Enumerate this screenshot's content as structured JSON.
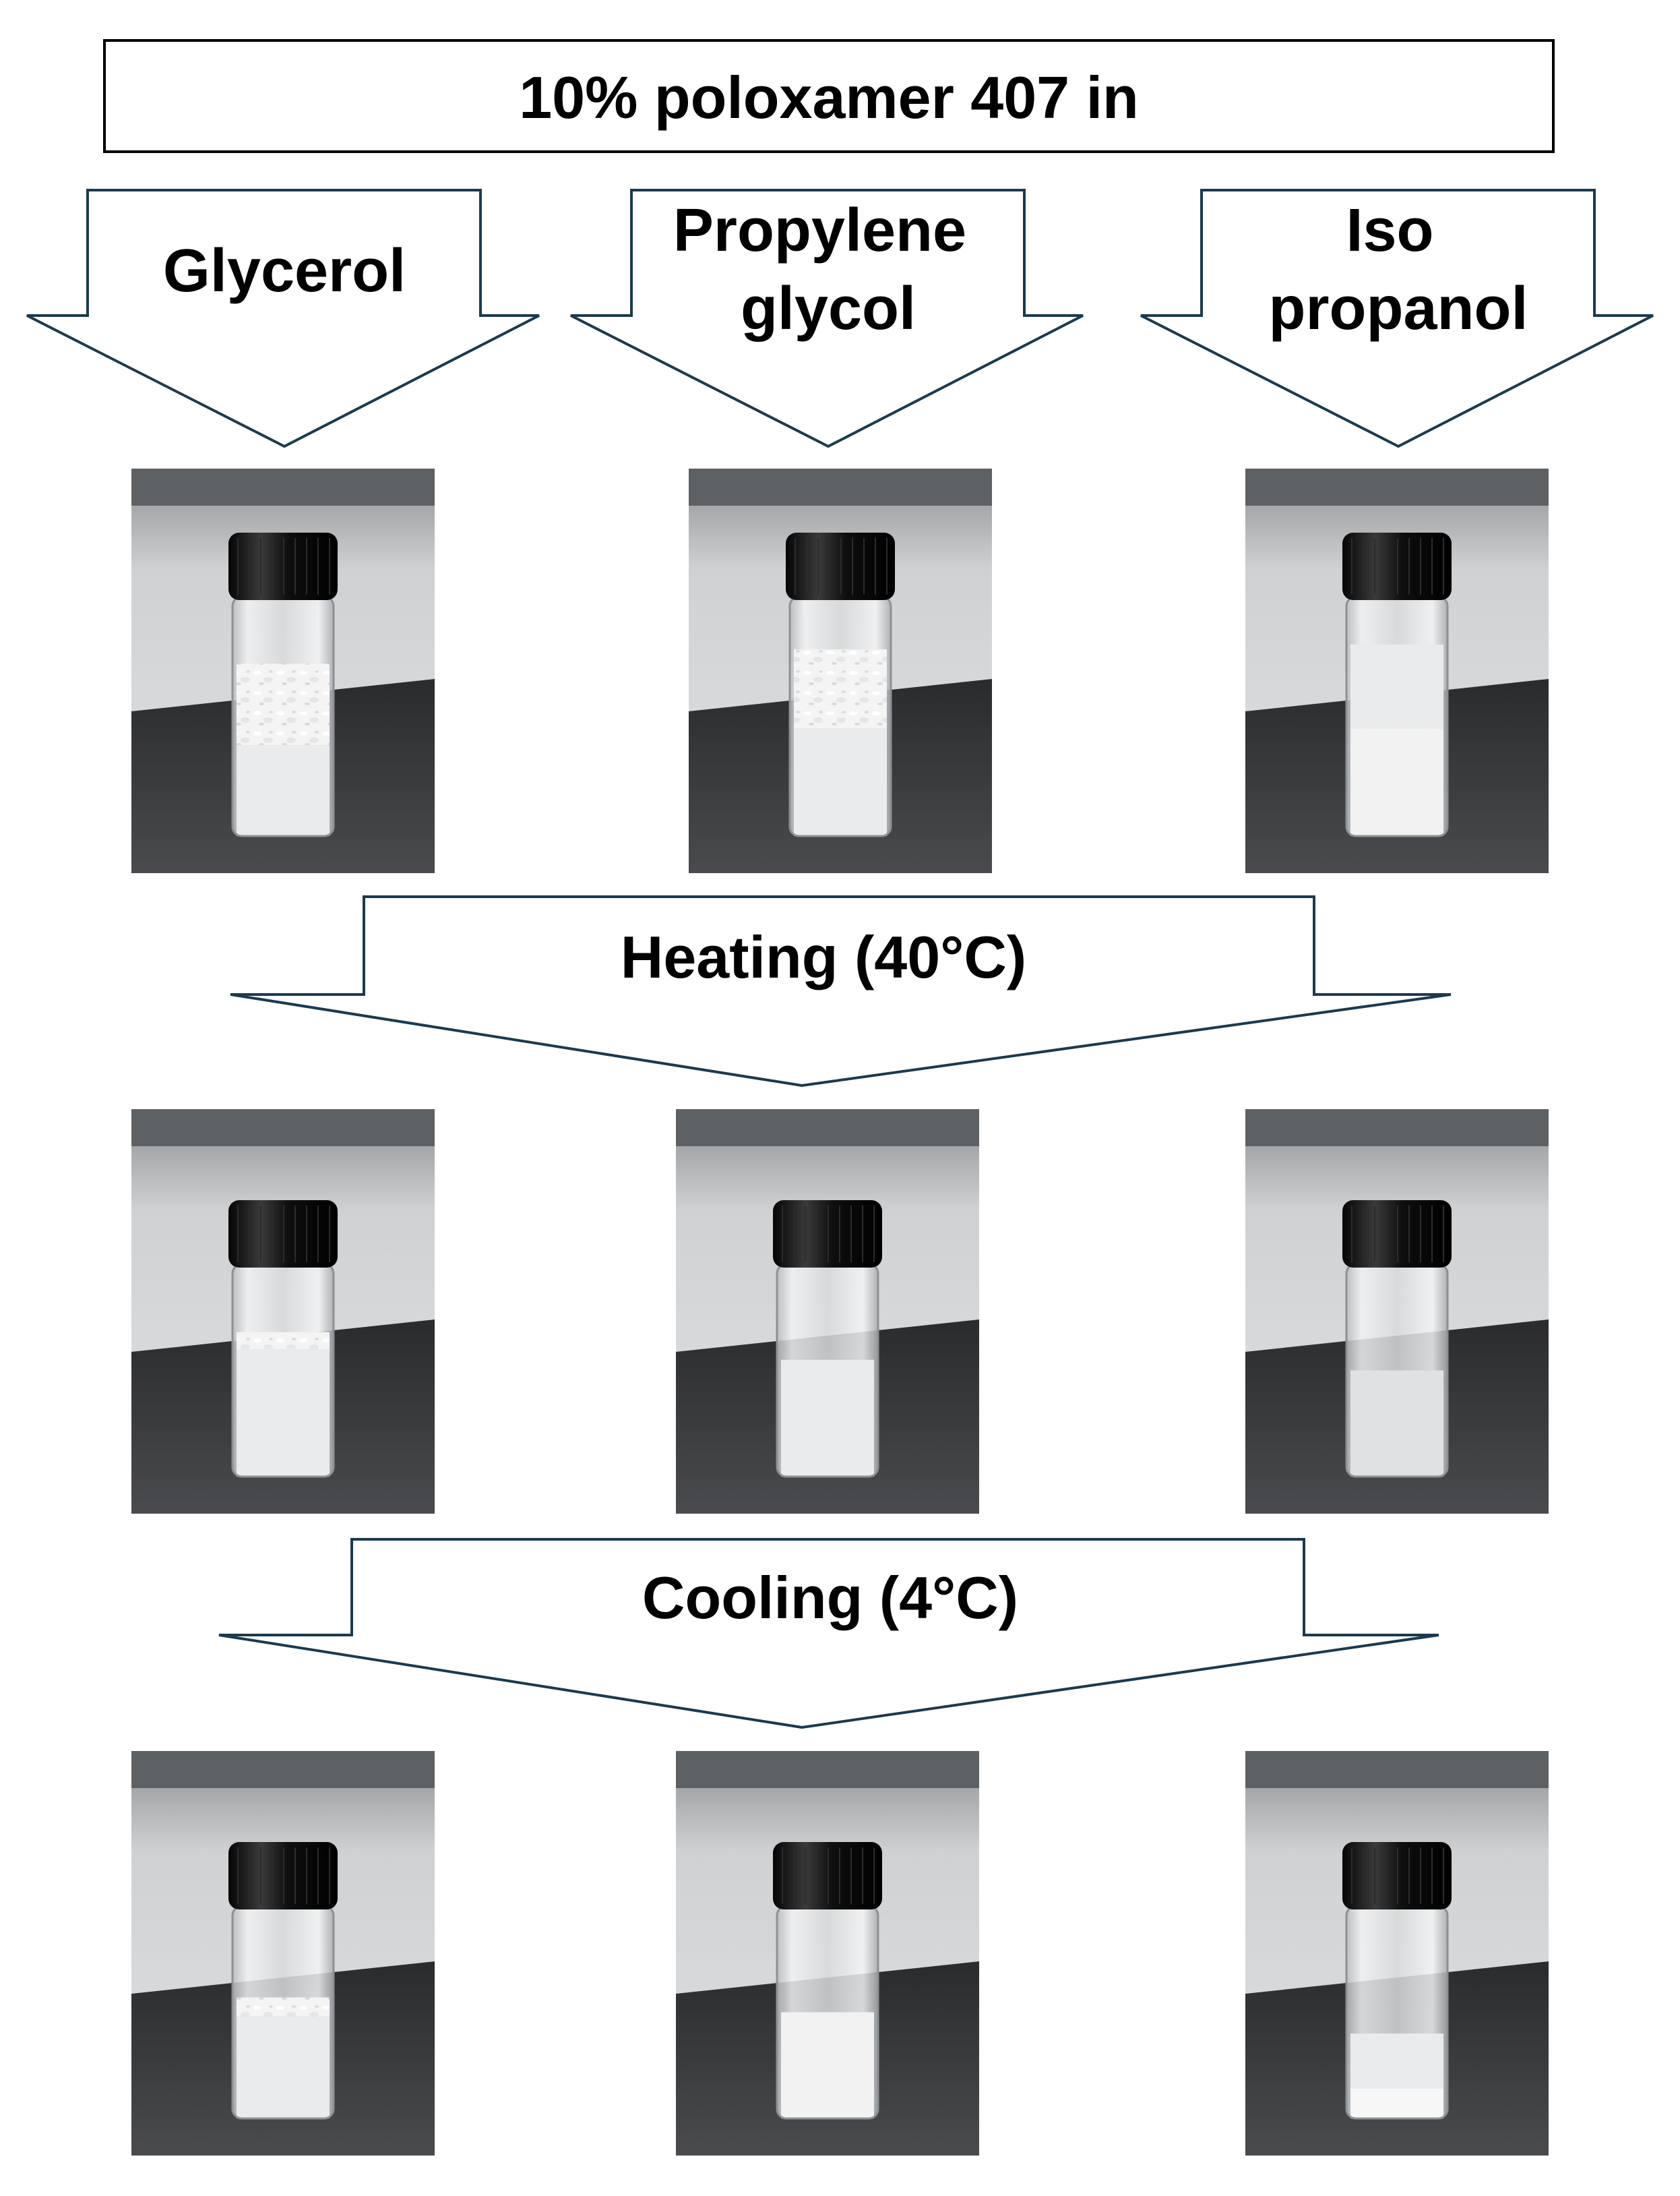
{
  "title": "10% poloxamer 407 in",
  "solvents": [
    {
      "lines": [
        "Glycerol"
      ]
    },
    {
      "lines": [
        "Propylene",
        "glycol"
      ]
    },
    {
      "lines": [
        "Iso",
        "propanol"
      ]
    }
  ],
  "steps": [
    {
      "label": "Heating (40°C)"
    },
    {
      "label": "Cooling (4°C)"
    }
  ],
  "rows": [
    {
      "stage": "initial",
      "vials": [
        {
          "solvent": "Glycerol",
          "appearance": "white flakes, clear liquid below"
        },
        {
          "solvent": "Propylene glycol",
          "appearance": "white flakes, clear liquid below"
        },
        {
          "solvent": "Iso propanol",
          "appearance": "opaque white liquid"
        }
      ]
    },
    {
      "stage": "after heating",
      "vials": [
        {
          "solvent": "Glycerol",
          "appearance": "thin white flake layer, clear liquid"
        },
        {
          "solvent": "Propylene glycol",
          "appearance": "clear liquid"
        },
        {
          "solvent": "Iso propanol",
          "appearance": "clear, slightly hazy liquid"
        }
      ]
    },
    {
      "stage": "after cooling",
      "vials": [
        {
          "solvent": "Glycerol",
          "appearance": "white flakes, clear liquid below"
        },
        {
          "solvent": "Propylene glycol",
          "appearance": "opaque white liquid"
        },
        {
          "solvent": "Iso propanol",
          "appearance": "hazy liquid with white sediment"
        }
      ]
    }
  ],
  "colors": {
    "arrow_stroke": "#1c3a4f",
    "text": "#000000",
    "bench": "#3a3b3d",
    "background_wall": "#d9dadb",
    "cap": "#111111"
  }
}
